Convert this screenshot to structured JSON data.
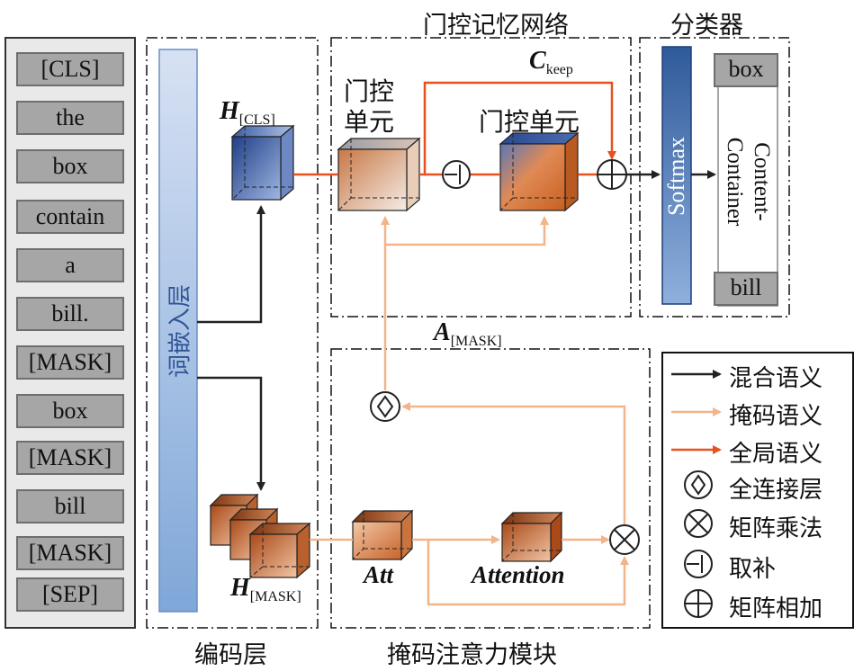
{
  "tokens": [
    "[CLS]",
    "the",
    "box",
    "contain",
    "a",
    "bill.",
    "[MASK]",
    "box",
    "[MASK]",
    "bill",
    "[MASK]",
    "[SEP]"
  ],
  "labels": {
    "gated_memory_network": "门控记忆网络",
    "classifier": "分类器",
    "encoder_layer": "编码层",
    "mask_attention_module": "掩码注意力模块",
    "word_embedding_layer": "词嵌入层",
    "gate_unit_line1": "门控",
    "gate_unit_line2": "单元",
    "gate_unit2": "门控单元",
    "softmax": "Softmax",
    "content_container": "Content-Container",
    "out_box": "box",
    "out_bill": "bill",
    "att": "Att",
    "attention": "Attention",
    "h_cls_main": "H",
    "h_cls_sub": "[CLS]",
    "h_mask_main": "H",
    "h_mask_sub": "[MASK]",
    "c_keep_main": "C",
    "c_keep_sub": "keep",
    "a_mask_main": "A",
    "a_mask_sub": "[MASK]"
  },
  "legend": [
    {
      "text": "混合语义",
      "color": "#222222"
    },
    {
      "text": "掩码语义",
      "color": "#f2b48a"
    },
    {
      "text": "全局语义",
      "color": "#e8501e"
    },
    {
      "text": "全连接层",
      "icon": "diamond-circle-icon"
    },
    {
      "text": "矩阵乘法",
      "icon": "circle-times-icon"
    },
    {
      "text": "取补",
      "icon": "complement-icon"
    },
    {
      "text": "矩阵相加",
      "icon": "circle-plus-icon"
    }
  ]
}
